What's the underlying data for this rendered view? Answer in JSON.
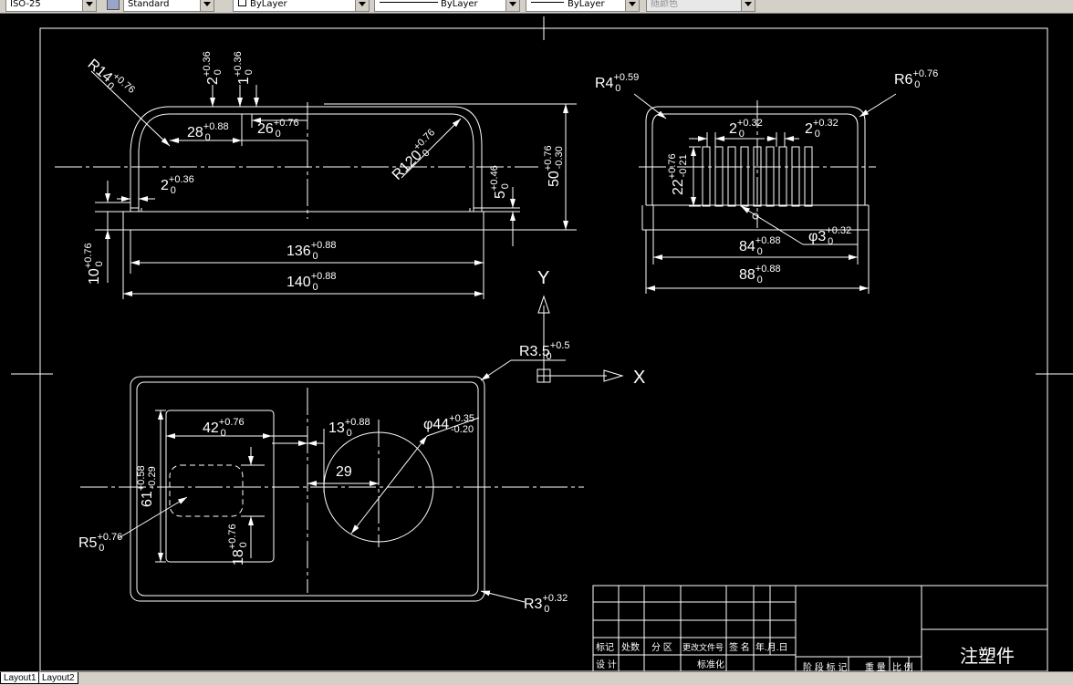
{
  "toolbar": {
    "dimstyle": "ISO-25",
    "textstyle": "Standard",
    "layer": "ByLayer",
    "linetype": "ByLayer",
    "lineweight": "ByLayer",
    "color": "随颜色"
  },
  "axes": {
    "x": "X",
    "y": "Y"
  },
  "dims": {
    "r14_main": "R14",
    "r14_dev": "+0.76",
    "r14_base": "0",
    "top2_main": "2",
    "top2_dev": "+0.36",
    "top2_base": "0",
    "top1_main": "1",
    "top1_dev": "+0.36",
    "top1_base": "0",
    "d28_main": "28",
    "d28_dev": "+0.88",
    "d28_base": "0",
    "d26_main": "26",
    "d26_dev": "+0.76",
    "d26_base": "0",
    "r120_main": "R120",
    "r120_dev": "+0.76",
    "r120_base": "0",
    "d5_main": "5",
    "d5_dev": "+0.46",
    "d5_base": "0",
    "d50_main": "50",
    "d50_dev": "+0.76",
    "d50_base": "-0.30",
    "d2s_main": "2",
    "d2s_dev": "+0.36",
    "d2s_base": "0",
    "d10_main": "10",
    "d10_dev": "+0.76",
    "d10_base": "0",
    "d136_main": "136",
    "d136_dev": "+0.88",
    "d136_base": "0",
    "d140_main": "140",
    "d140_dev": "+0.88",
    "d140_base": "0",
    "r4_main": "R4",
    "r4_dev": "+0.59",
    "r4_base": "0",
    "r6_main": "R6",
    "r6_dev": "+0.76",
    "r6_base": "0",
    "rib2a_main": "2",
    "rib2a_dev": "+0.32",
    "rib2a_base": "0",
    "rib2b_main": "2",
    "rib2b_dev": "+0.32",
    "rib2b_base": "0",
    "d22_main": "22",
    "d22_dev": "+0.76",
    "d22_base": "-0.21",
    "d84_main": "84",
    "d84_dev": "+0.88",
    "d84_base": "0",
    "phi3_main": "φ3",
    "phi3_dev": "+0.32",
    "phi3_base": "0",
    "d88_main": "88",
    "d88_dev": "+0.88",
    "d88_base": "0",
    "r35_main": "R3.5",
    "r35_dev": "+0.5",
    "r35_base": "0",
    "d42_main": "42",
    "d42_dev": "+0.76",
    "d42_base": "0",
    "d13_main": "13",
    "d13_dev": "+0.88",
    "d13_base": "0",
    "phi44_main": "φ44",
    "phi44_dev": "+0.35",
    "phi44_base": "-0.20",
    "d29": "29",
    "d61_main": "61",
    "d61_dev": "+0.58",
    "d61_base": "-0.29",
    "r5_main": "R5",
    "r5_dev": "+0.76",
    "r5_base": "0",
    "d18_main": "18",
    "d18_dev": "+0.76",
    "d18_base": "0",
    "r3_main": "R3",
    "r3_dev": "+0.32",
    "r3_base": "0"
  },
  "title_block": {
    "h_mark": "标记",
    "h_count": "处数",
    "h_zone": "分 区",
    "h_docno": "更改文件号",
    "h_sign": "签 名",
    "h_date": "年.月.日",
    "h_design": "设 计",
    "h_std": "标准化",
    "h_stage": "阶 段 标 记",
    "h_weight": "重 量",
    "h_scale": "比 例",
    "part_name": "注塑件"
  },
  "layout_tabs": [
    "Layout1",
    "Layout2"
  ]
}
